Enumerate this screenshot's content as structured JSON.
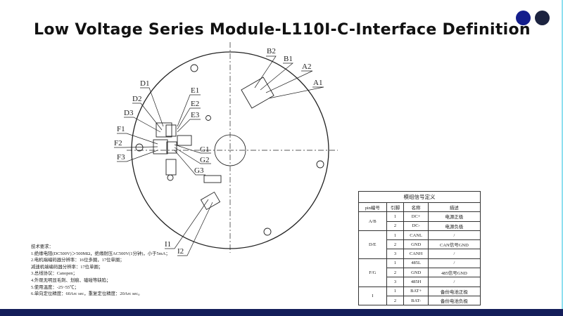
{
  "title": "Low Voltage Series Module-L110I-C-Interface Definition",
  "colors": {
    "dot1": "#141e8c",
    "dot2": "#1c2340",
    "bar": "#141e5a"
  },
  "labels": {
    "B2": "B2",
    "B1": "B1",
    "A2": "A2",
    "A1": "A1",
    "D1": "D1",
    "D2": "D2",
    "D3": "D3",
    "E1": "E1",
    "E2": "E2",
    "E3": "E3",
    "F1": "F1",
    "F2": "F2",
    "F3": "F3",
    "G1": "G1",
    "G2": "G2",
    "G3": "G3",
    "I1": "I1",
    "I2": "I2"
  },
  "notes": [
    "技术要求：",
    "1.绝缘电阻(DC500V)＞500MΩ，绝缘耐压AC500V(1分钟)，小于5mA；",
    "2.电机端编码器分辨率：16位多圈，17位单圈；",
    "减速机端编码器分辨率：17位单圈；",
    "3.总线协议：Canopen；",
    "4.外观无明显毛刺、划痕、磕碰等缺陷；",
    "5.使用温度：-25~55℃；",
    "6.单向定位精度：60Arc sec，重复定位精度：20Arc sec。"
  ],
  "table": {
    "title": "模组信号定义",
    "headers": [
      "pin编号",
      "引脚",
      "名称",
      "描述"
    ],
    "groups": [
      {
        "pin": "A/B",
        "rows": [
          [
            "1",
            "DC+",
            "电源正极"
          ],
          [
            "2",
            "DC-",
            "电源负极"
          ]
        ]
      },
      {
        "pin": "D/E",
        "rows": [
          [
            "1",
            "CANL",
            "/"
          ],
          [
            "2",
            "GND",
            "CAN信号GND"
          ],
          [
            "3",
            "CANH",
            "/"
          ]
        ]
      },
      {
        "pin": "F/G",
        "rows": [
          [
            "1",
            "485L",
            "/"
          ],
          [
            "2",
            "GND",
            "485信号GND"
          ],
          [
            "3",
            "485H",
            "/"
          ]
        ]
      },
      {
        "pin": "I",
        "rows": [
          [
            "1",
            "BAT+",
            "备份电池正极"
          ],
          [
            "2",
            "BAT-",
            "备份电池负极"
          ]
        ]
      }
    ]
  }
}
